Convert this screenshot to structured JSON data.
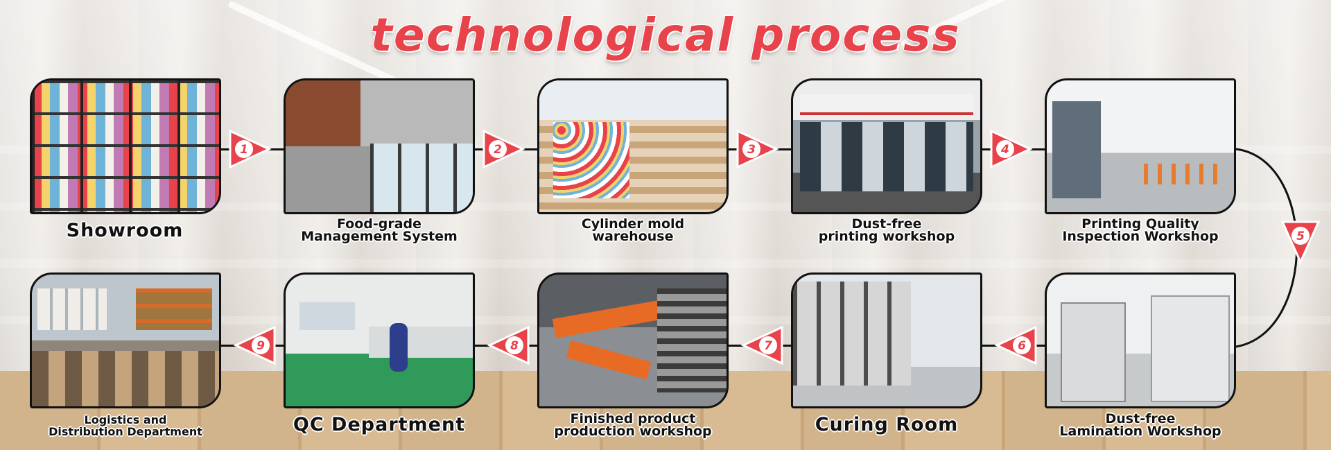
{
  "title": "technological process",
  "colors": {
    "accent": "#e8424a",
    "outline": "#111111",
    "label": "#111111"
  },
  "steps": [
    {
      "number": "1",
      "label": "Showroom"
    },
    {
      "number": "2",
      "label": "Food-grade Management System"
    },
    {
      "number": "3",
      "label": "Cylinder mold warehouse"
    },
    {
      "number": "4",
      "label": "Dust-free printing workshop"
    },
    {
      "number": "5",
      "label": "Printing Quality Inspection Workshop"
    },
    {
      "number": "6",
      "label": "Dust-free Lamination Workshop"
    },
    {
      "number": "7",
      "label": "Curing Room"
    },
    {
      "number": "8",
      "label": "Finished product production workshop"
    },
    {
      "number": "9",
      "label": "QC Department"
    }
  ],
  "cards": [
    {
      "label_line1": "Showroom",
      "label_line2": ""
    },
    {
      "label_line1": "Food-grade",
      "label_line2": "Management System"
    },
    {
      "label_line1": "Cylinder mold",
      "label_line2": "warehouse"
    },
    {
      "label_line1": "Dust-free",
      "label_line2": "printing workshop"
    },
    {
      "label_line1": "Printing Quality",
      "label_line2": "Inspection Workshop"
    },
    {
      "label_line1": "Logistics and",
      "label_line2": "Distribution Department"
    },
    {
      "label_line1": "QC Department",
      "label_line2": ""
    },
    {
      "label_line1": "Finished product",
      "label_line2": "production workshop"
    },
    {
      "label_line1": "Curing Room",
      "label_line2": ""
    },
    {
      "label_line1": "Dust-free",
      "label_line2": "Lamination Workshop"
    }
  ]
}
